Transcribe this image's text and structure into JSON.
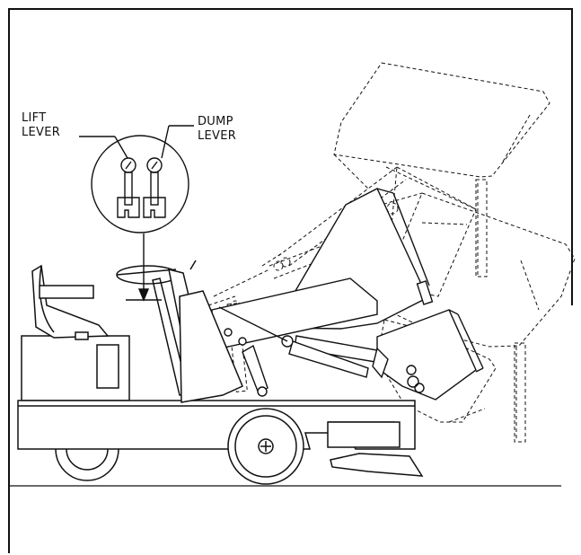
{
  "labels": {
    "lift": [
      "LIFT",
      "LEVER"
    ],
    "dump": [
      "DUMP",
      "LEVER"
    ]
  },
  "colors": {
    "line": "#111111",
    "background": "#ffffff"
  }
}
